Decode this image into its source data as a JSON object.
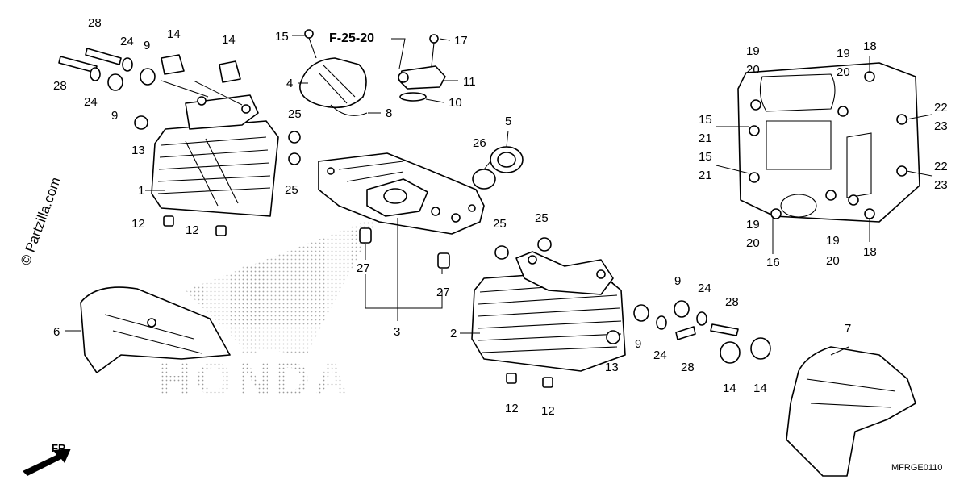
{
  "watermark": "© Partzilla.com",
  "reference": "F-25-20",
  "diagram_code": "MFRGE0110",
  "direction_label": "FR.",
  "brand_watermark": "HONDA",
  "callouts": {
    "c1": "1",
    "c2": "2",
    "c3": "3",
    "c4": "4",
    "c5": "5",
    "c6": "6",
    "c7": "7",
    "c8": "8",
    "c9a": "9",
    "c9b": "9",
    "c9c": "9",
    "c9d": "9",
    "c10": "10",
    "c11": "11",
    "c12a": "12",
    "c12b": "12",
    "c12c": "12",
    "c12d": "12",
    "c13a": "13",
    "c13b": "13",
    "c14a": "14",
    "c14b": "14",
    "c14c": "14",
    "c14d": "14",
    "c15a": "15",
    "c15b": "15",
    "c15c": "15",
    "c16": "16",
    "c17": "17",
    "c18a": "18",
    "c18b": "18",
    "c19a": "19",
    "c19b": "19",
    "c19c": "19",
    "c19d": "19",
    "c20a": "20",
    "c20b": "20",
    "c20c": "20",
    "c20d": "20",
    "c21a": "21",
    "c21b": "21",
    "c22a": "22",
    "c22b": "22",
    "c23a": "23",
    "c23b": "23",
    "c24a": "24",
    "c24b": "24",
    "c24c": "24",
    "c24d": "24",
    "c25a": "25",
    "c25b": "25",
    "c25c": "25",
    "c25d": "25",
    "c26": "26",
    "c27a": "27",
    "c27b": "27",
    "c28a": "28",
    "c28b": "28",
    "c28c": "28",
    "c28d": "28"
  }
}
